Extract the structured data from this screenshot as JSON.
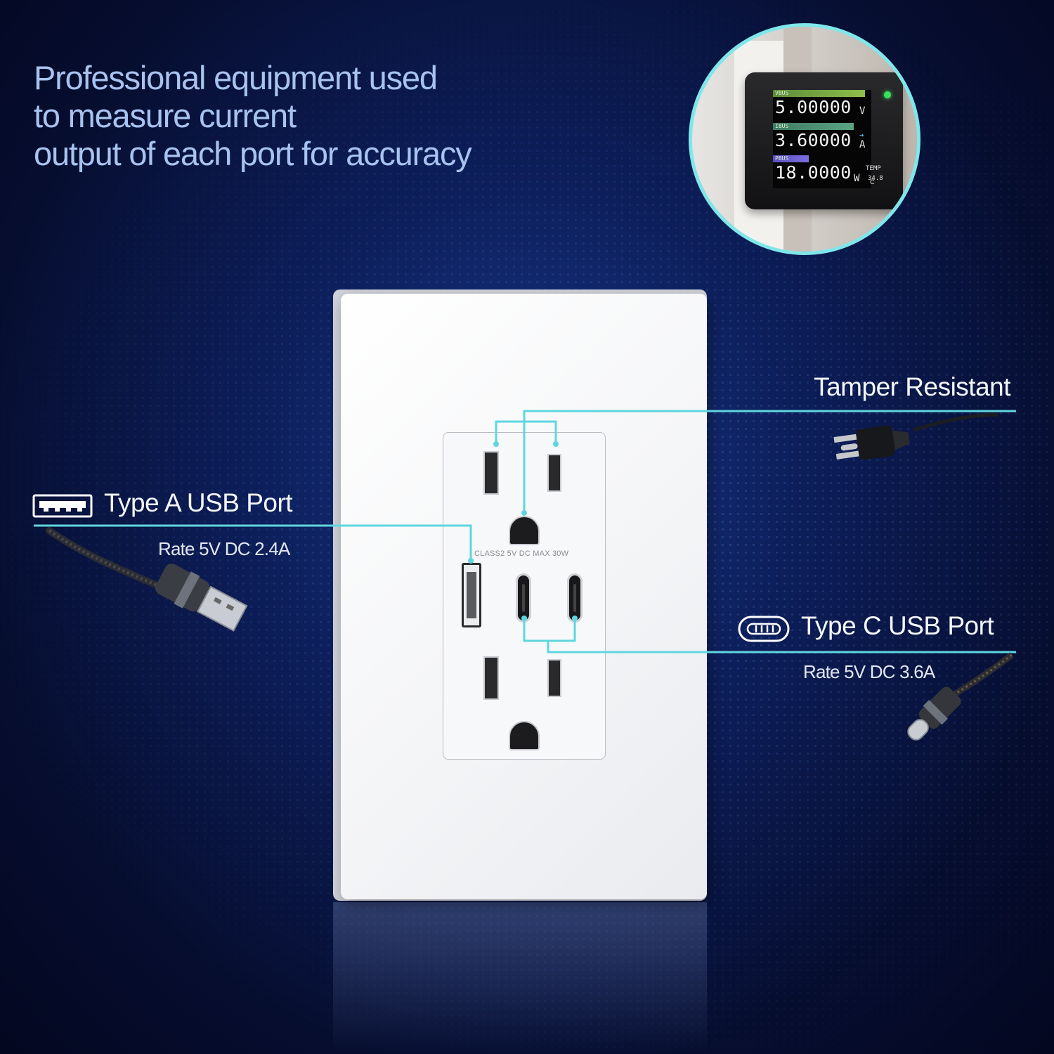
{
  "headline": {
    "line1": "Professional equipment used",
    "line2": "to measure current",
    "line3": "output of each port for accuracy"
  },
  "meter": {
    "vbus_label": "VBUS",
    "vbus_value": "5.00000",
    "vbus_unit": "V",
    "ibus_label": "IBUS",
    "ibus_value": "3.60000",
    "ibus_unit": "A",
    "pbus_label": "PBUS",
    "pbus_value": "18.0000",
    "pbus_unit": "W",
    "temp_label": "TEMP",
    "temp_value": "34.8",
    "temp_unit": "C"
  },
  "outlet": {
    "rating_text": "CLASS2 5V DC MAX 30W"
  },
  "callouts": {
    "tamper": {
      "title": "Tamper Resistant"
    },
    "type_a": {
      "title": "Type A USB Port",
      "rate": "Rate 5V DC 2.4A",
      "icon": "usb-a-icon"
    },
    "type_c": {
      "title": "Type C USB Port",
      "rate": "Rate 5V DC 3.6A",
      "icon": "usb-c-icon"
    }
  },
  "colors": {
    "accent_line": "#5fd6df",
    "headline_text": "#a8c3ef",
    "background": "#0d1f5c"
  }
}
